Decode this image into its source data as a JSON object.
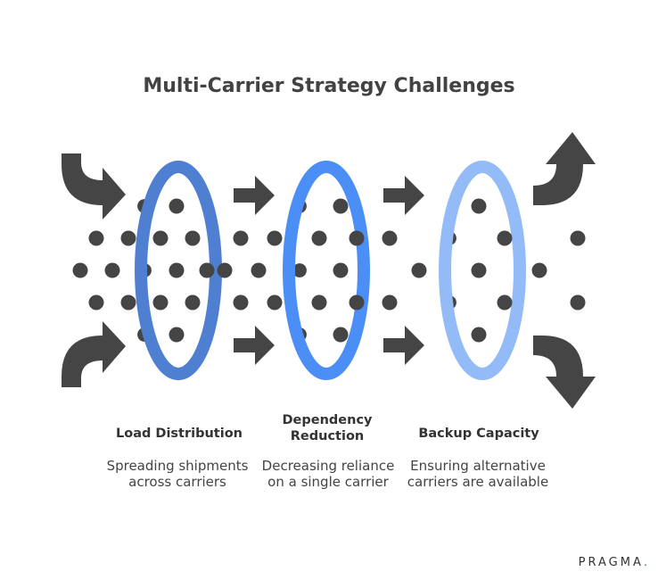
{
  "title": "Multi-Carrier Strategy Challenges",
  "stages": [
    {
      "label": "Load Distribution",
      "description": "Spreading shipments across carriers",
      "ring_color": "#4f7fd0"
    },
    {
      "label": "Dependency Reduction",
      "description": "Decreasing reliance on a single carrier",
      "ring_color": "#4b8ef5"
    },
    {
      "label": "Backup Capacity",
      "description": "Ensuring alternative carriers are available",
      "ring_color": "#93bbf7"
    }
  ],
  "colors": {
    "dots": "#454545",
    "arrows": "#454545"
  },
  "icons": [
    "curved-arrow-in-icon",
    "right-arrow-icon",
    "curved-arrow-out-icon"
  ],
  "brand": {
    "name": "PRAGMA",
    "mark": "."
  }
}
